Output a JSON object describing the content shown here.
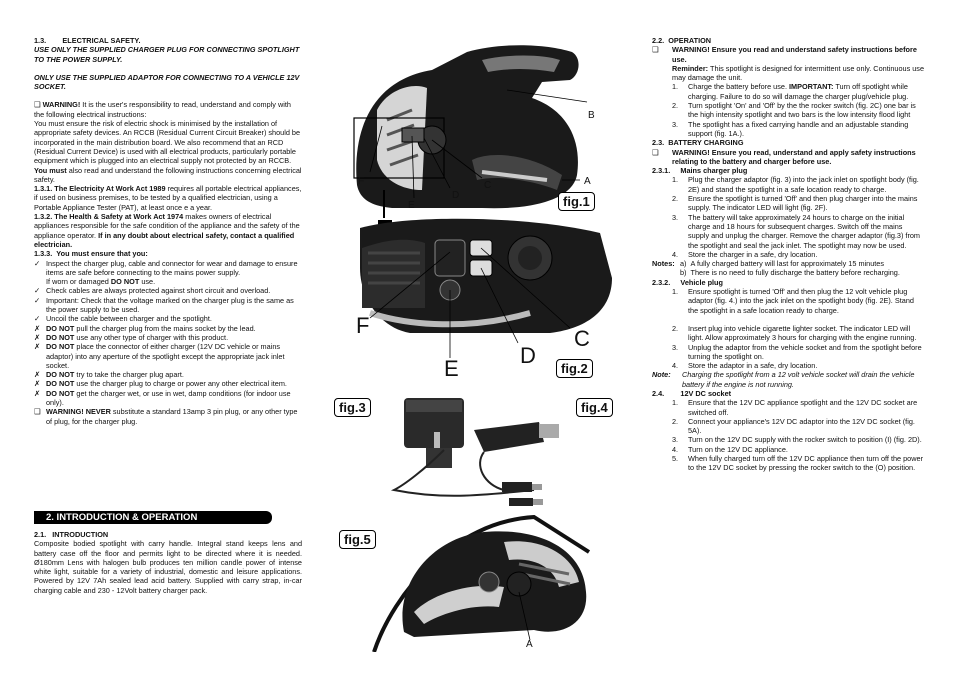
{
  "left": {
    "heading": "1.3.        ELECTRICAL SAFETY.",
    "warn1": "USE ONLY THE SUPPLIED CHARGER PLUG FOR CONNECTING SPOTLIGHT TO THE POWER SUPPLY.",
    "warn2": "ONLY USE THE SUPPLIED ADAPTOR FOR CONNECTING TO A VEHICLE 12V SOCKET.",
    "warning_label": "WARNING!",
    "warning_text": " It is the user's responsibility to read, understand and comply with the following electrical instructions:",
    "p1": "You must ensure the risk of electric shock is minimised by the installation of appropriate safety devices. An RCCB (Residual Current Circuit Breaker) should be incorporated in the main distribution board. We also recommend that an RCD (Residual Current Device) is used with all electrical products, particularly portable equipment which is plugged into an electrical supply not protected by an RCCB.",
    "p2_bold": "You must",
    "p2": " also read and understand the following instructions concerning electrical safety.",
    "s131_bold": "1.3.1. The Electricity At Work Act 1989",
    "s131": " requires all portable electrical appliances, if used on business premises, to be tested by a qualified electrician, using a Portable Appliance Tester (PAT), at least once e a year.",
    "s132_bold": "1.3.2. The Health & Safety at Work Act 1974",
    "s132": " makes owners of electrical appliances responsible for the safe condition of the appliance and the safety of the appliance operator. ",
    "s132_bold2": "If in any doubt about electrical safety, contact a qualified electrician.",
    "s133": "1.3.3.  You must ensure that you:",
    "checks": [
      "Inspect the charger plug, cable and connector for wear and damage to ensure items are safe before connecting to the mains power supply.",
      "Check cables are always protected against short circuit and overload.",
      "Important: Check that the voltage marked on the charger plug is the same as the power supply to be used.",
      "Uncoil the cable between charger and the spotlight."
    ],
    "check1_tail_pre": "If worn or damaged ",
    "check1_tail_bold": "DO NOT",
    "check1_tail_post": " use.",
    "donts": [
      {
        "b": "DO NOT",
        "t": " pull the charger plug from the mains socket by the lead."
      },
      {
        "b": "DO NOT",
        "t": " use any other type of charger with this product."
      },
      {
        "b": "DO NOT",
        "t": " place the connector of either charger (12V DC vehicle or mains adaptor) into any aperture of the spotlight except the appropriate jack inlet socket."
      },
      {
        "b": "DO NOT",
        "t": " try to take the charger plug apart."
      },
      {
        "b": "DO NOT",
        "t": " use the charger plug to charge or power any other electrical item."
      },
      {
        "b": "DO NOT",
        "t": " get the charger wet, or use in wet, damp conditions (for indoor use only)."
      }
    ],
    "never_bold": "WARNING! NEVER",
    "never": " substitute a standard 13amp 3 pin plug, or any other type of plug, for the charger plug.",
    "banner": "2.  INTRODUCTION & OPERATION",
    "s21": "2.1.   INTRODUCTION",
    "intro": "Composite bodied spotlight with carry handle. Integral stand keeps lens and battery case off the floor and permits light to be directed where it is needed. Ø180mm Lens with halogen bulb produces ten million candle power of intense white light, suitable for a variety of industrial, domestic and leisure applications. Powered by 12V 7Ah sealed lead acid battery. Supplied with carry strap, in-car charging cable and 230 - 12Volt battery charger pack."
  },
  "right": {
    "s22": "2.2.  OPERATION",
    "w1": "WARNING! Ensure you read and understand safety instructions before use.",
    "rem_bold": "Reminder:",
    "rem": " This spotlight is designed for intermittent use only. Continuous use may damage the unit.",
    "ops": [
      {
        "n": "1.",
        "t": "Charge the battery before use. ",
        "b": "IMPORTANT:",
        "t2": " Turn off spotlight while charging. Failure to do so will damage the charger plug/vehicle plug."
      },
      {
        "n": "2.",
        "t": "Turn spotlight 'On' and 'Off' by the the rocker switch (fig. 2C) one bar is the high intensity spotlight and two bars is the low intensity flood light",
        "b": "",
        "t2": ""
      },
      {
        "n": "3.",
        "t": "The spotlight has a fixed carrying handle and an adjustable standing support (fig. 1A.).",
        "b": "",
        "t2": ""
      }
    ],
    "s23": "2.3.  BATTERY CHARGING",
    "w2": "WARNING! Ensure you read, understand and apply safety instructions relating to the battery and charger before use.",
    "s231": "2.3.1.     Mains charger plug",
    "mains": [
      {
        "n": "1.",
        "t": "Plug the charger adaptor (fig. 3) into the jack inlet on spotlight body (fig. 2E) and stand the spotlight in a safe location ready to charge."
      },
      {
        "n": "2.",
        "t": "Ensure the spotlight is turned 'Off' and then plug charger into the mains supply. The indicator LED will light (fig. 2F)."
      },
      {
        "n": "3.",
        "t": "The battery will take approximately 24 hours to charge on the initial charge and 18 hours for subsequent charges. Switch off the mains supply and unplug the charger. Remove the charger adaptor (fig.3) from the spotlight and seal the jack inlet. The spotlight may now be used."
      },
      {
        "n": "4.",
        "t": "Store the charger in a safe, dry location."
      }
    ],
    "notes_label": "Notes:",
    "note_a": "a)  A fully charged battery will last for approximately 15 minutes",
    "note_b": "b)  There is no need to fully discharge the battery before recharging.",
    "s232": "2.3.2.     Vehicle plug",
    "vehicle": [
      {
        "n": "1.",
        "t": "Ensure spotlight is turned 'Off' and then plug the 12 volt vehicle plug adaptor (fig. 4.) into the jack inlet on the spotlight body (fig. 2E). Stand the spotlight in a safe location ready to charge."
      },
      {
        "n": "2.",
        "t": "Insert plug into vehicle cigarette lighter socket. The indicator LED will light. Allow approximately 3 hours for charging with the engine running."
      },
      {
        "n": "3.",
        "t": "Unplug the adaptor from the vehicle socket and from the spotlight before turning the spotlight on."
      },
      {
        "n": "4.",
        "t": "Store the adaptor in a safe, dry location."
      }
    ],
    "note_label": "Note:",
    "note_text": "Charging the spotlight from a 12 volt vehicle socket will drain the vehicle battery if the engine is not running.",
    "s24": "2.4.        12V DC socket",
    "dc": [
      {
        "n": "1.",
        "t": "Ensure that the 12V DC appliance spotlight and the 12V DC socket are switched off."
      },
      {
        "n": "2.",
        "t": "Connect your appliance's 12V DC adaptor into the 12V DC socket (fig. 5A)."
      },
      {
        "n": "3.",
        "t": "Turn on the 12V DC supply with the rocker switch to position (I) (fig. 2D)."
      },
      {
        "n": "4.",
        "t": "Turn on the 12V DC appliance."
      },
      {
        "n": "5.",
        "t": "When fully charged turn off the 12V DC appliance then turn off the power to the 12V DC socket by pressing the rocker switch to the (O) position."
      }
    ]
  },
  "figures": {
    "fig1": "fig.1",
    "fig2": "fig.2",
    "fig3": "fig.3",
    "fig4": "fig.4",
    "fig5": "fig.5",
    "f1": {
      "B": "B",
      "A": "A",
      "F": "F",
      "E": "E",
      "D": "D",
      "C": "C"
    },
    "f2": {
      "F": "F",
      "E": "E",
      "D": "D",
      "C": "C"
    },
    "f5": {
      "A": "A"
    }
  },
  "icons": {
    "checkbox": "❑",
    "tick": "✓",
    "cross": "✗"
  }
}
